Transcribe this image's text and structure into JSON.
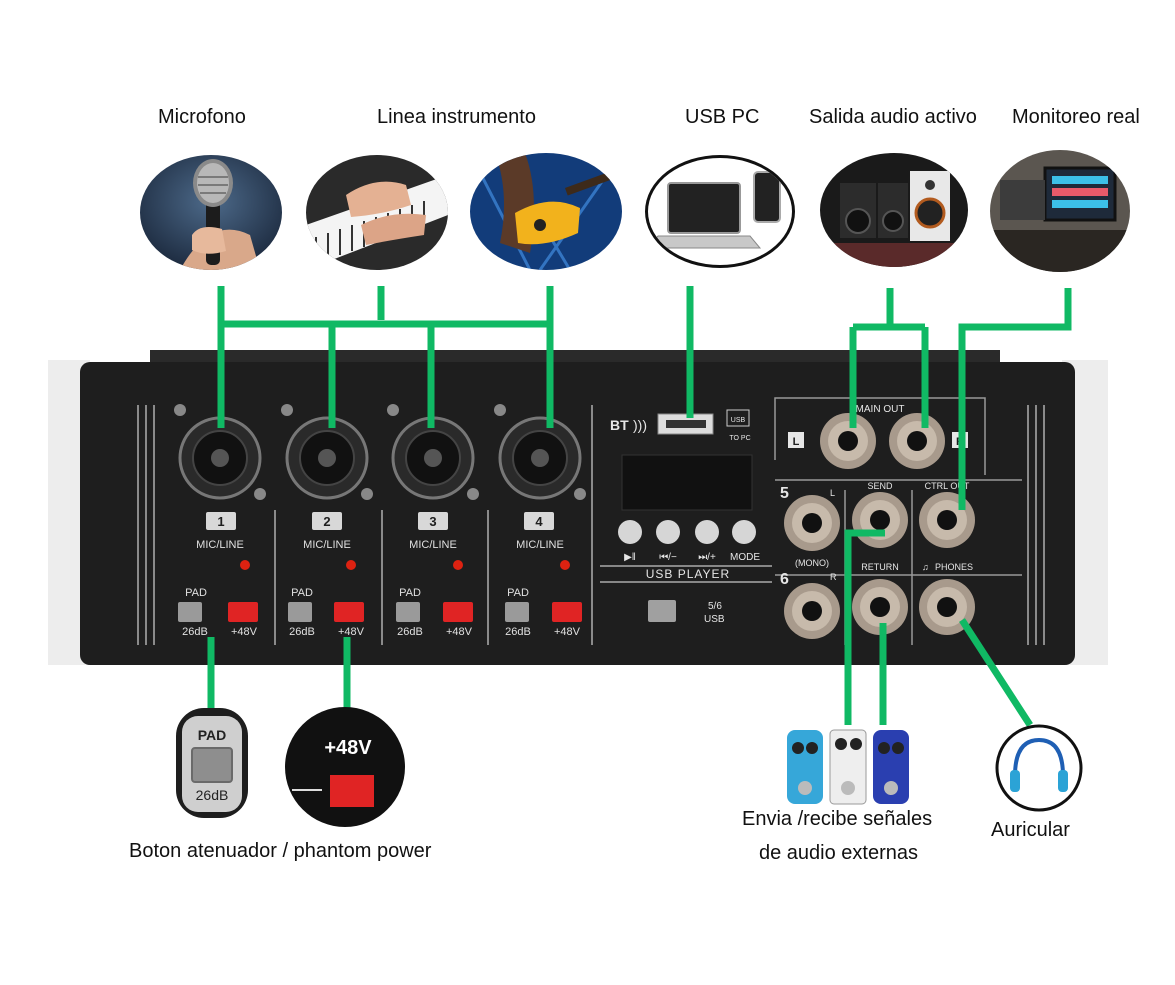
{
  "top_labels": {
    "microphone": "Microfono",
    "line_instrument": "Linea instrumento",
    "usb_pc": "USB PC",
    "active_audio_out": "Salida audio activo",
    "real_monitoring": "Monitoreo real"
  },
  "bottom_labels": {
    "pad_phantom": "Boton atenuador / phantom power",
    "send_receive_line1": "Envia /recibe señales",
    "send_receive_line2": "de audio externas",
    "headphone": "Auricular"
  },
  "mixer": {
    "channels": [
      {
        "number": "1",
        "type": "MIC/LINE",
        "pad_label": "PAD",
        "pad_value": "26dB",
        "phantom": "+48V"
      },
      {
        "number": "2",
        "type": "MIC/LINE",
        "pad_label": "PAD",
        "pad_value": "26dB",
        "phantom": "+48V"
      },
      {
        "number": "3",
        "type": "MIC/LINE",
        "pad_label": "PAD",
        "pad_value": "26dB",
        "phantom": "+48V"
      },
      {
        "number": "4",
        "type": "MIC/LINE",
        "pad_label": "PAD",
        "pad_value": "26dB",
        "phantom": "+48V"
      }
    ],
    "bt_label": "BT",
    "usb_label": "USB",
    "to_pc_label": "TO PC",
    "player_buttons": [
      "▶‖",
      "⏮/−",
      "⏭/+",
      "MODE"
    ],
    "usb_player_label": "USB PLAYER",
    "source_switch_label": "5/6",
    "source_switch_label2": "USB",
    "main_out_label": "MAIN OUT",
    "left_label": "L",
    "right_label": "R",
    "ch5_label": "5",
    "ch6_label": "6",
    "mono_label": "(MONO)",
    "send_label": "SEND",
    "return_label": "RETURN",
    "ctrl_out_label": "CTRL OUT",
    "phones_label": "PHONES"
  },
  "insets": {
    "pad_title": "PAD",
    "pad_value": "26dB",
    "phantom_title": "+48V"
  },
  "colors": {
    "connector_line": "#10b964",
    "panel": "#1e1e1e",
    "phantom_button": "#e02424"
  }
}
